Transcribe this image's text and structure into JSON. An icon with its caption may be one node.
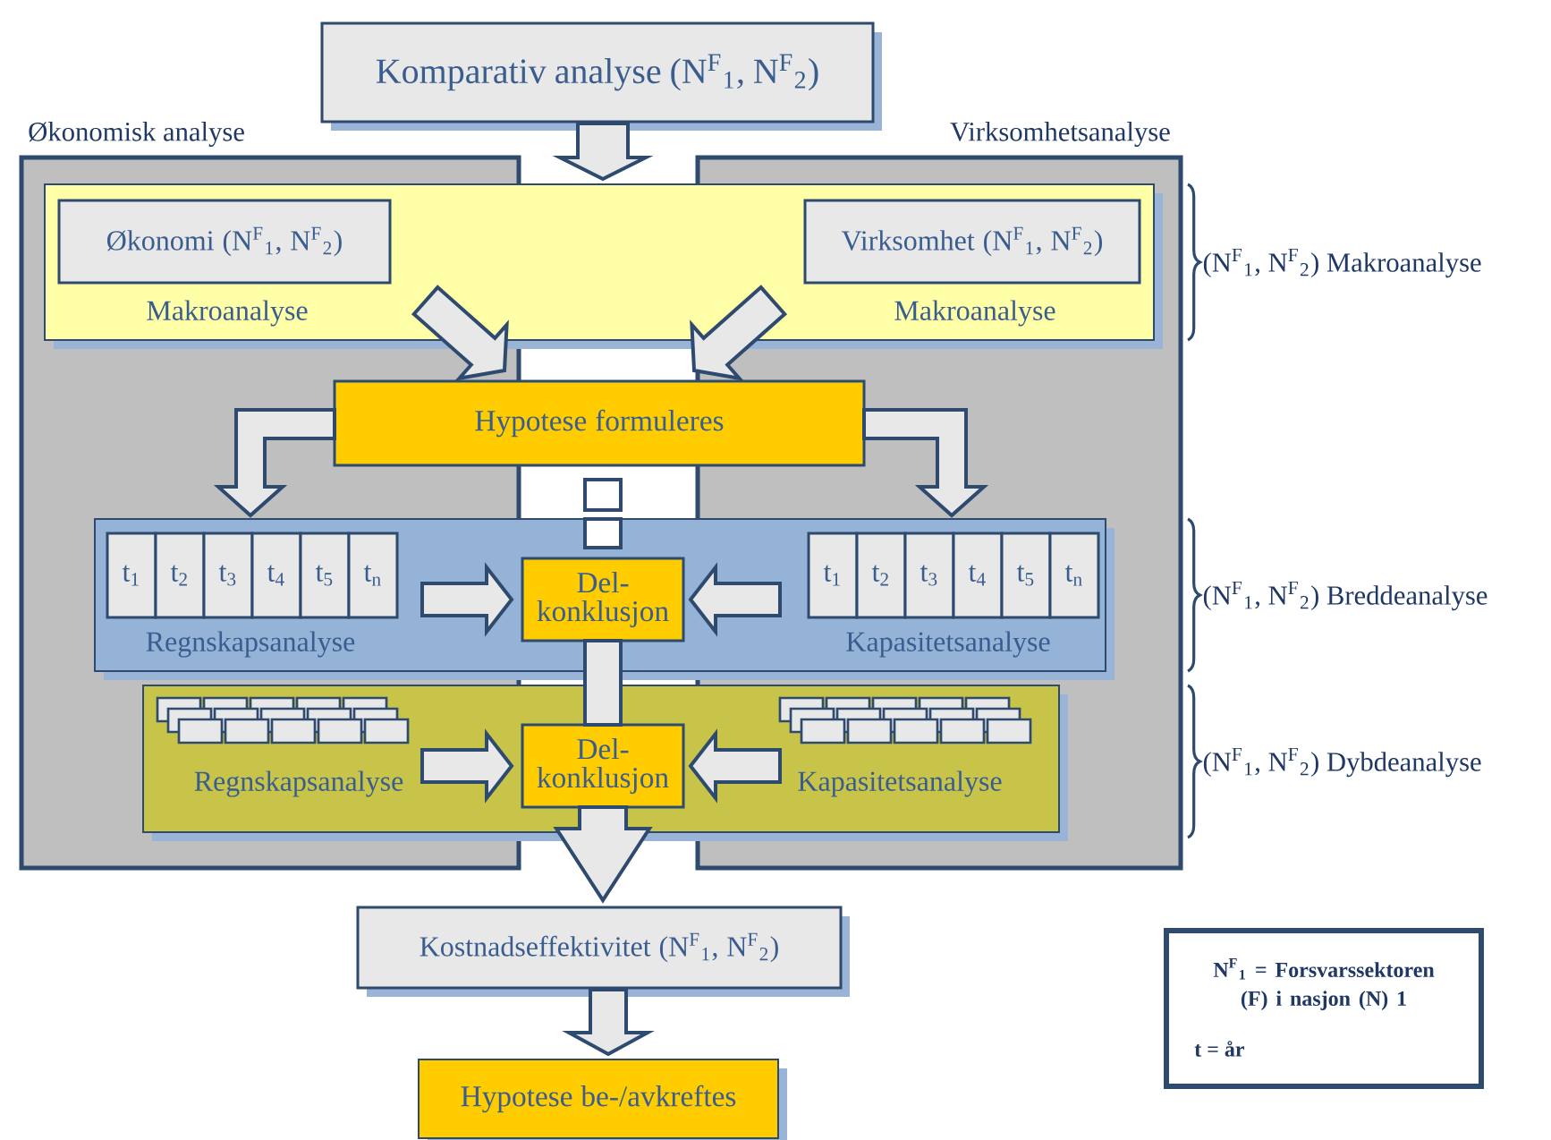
{
  "diagram": {
    "nodes": [
      {
        "text": [
          "Komparativ analyse (N$^{F}$$_{1}$, N$^{F}$$_{2}$)"
        ]
      },
      {
        "text": [
          "Økonomisk analyse"
        ]
      },
      {
        "text": [
          "Virksomhetsanalyse"
        ]
      },
      {
        "text": [
          "Makroanalyse",
          "Makroanalyse"
        ]
      },
      {
        "text": [
          "Økonomi (N$^{F}$$_{1}$, N$^{F}$$_{2}$)"
        ]
      },
      {
        "text": [
          "Virksomhet (N$^{F}$$_{1}$, N$^{F}$$_{2}$)"
        ]
      },
      {
        "text": [
          "Hypotese formuleres"
        ]
      },
      {
        "text": [
          "Regnskapsanalyse",
          "Kapasitetsanalyse"
        ]
      },
      {
        "text": [
          "t$_{1}$"
        ]
      },
      {
        "text": [
          "t$_{2}$"
        ]
      },
      {
        "text": [
          "t$_{3}$"
        ]
      },
      {
        "text": [
          "t$_{4}$"
        ]
      },
      {
        "text": [
          "t$_{5}$"
        ]
      },
      {
        "text": [
          "t$_{n}$"
        ]
      },
      {
        "text": [
          "Del- konklusjon"
        ],
        "in": 7
      },
      {
        "text": [
          "t$_{1}$"
        ]
      },
      {
        "text": [
          "t$_{2}$"
        ]
      },
      {
        "text": [
          "t$_{3}$"
        ]
      },
      {
        "text": [
          "t$_{4}$"
        ]
      },
      {
        "text": [
          "t$_{5}$"
        ]
      },
      {
        "text": [
          "t$_{n}$"
        ]
      },
      {
        "text": [
          "Regnskapsanalyse",
          "Kapasitetsanalyse"
        ]
      },
      {
        "text": [
          "Del- konklusjon"
        ],
        "in": 21
      },
      {
        "text": [
          "Kostnadseffektivitet (N$^{F}$$_{1}$, N$^{F}$$_{2}$)"
        ]
      },
      {
        "text": [
          "Hypotese be-/avkreftes"
        ]
      },
      {
        "text": [
          "N$^{F}$$_{1}$ = Forsvarssektoren (F) i nasjon (N) 1",
          "t = år"
        ]
      }
    ],
    "edges": [
      {
        "from": 0,
        "to": 3,
        "arrow": "to"
      },
      {
        "from": 4,
        "to": 6,
        "arrow": "to"
      },
      {
        "from": 5,
        "to": 6,
        "arrow": "to"
      },
      {
        "from": 6,
        "to": 7,
        "arrow": "to"
      },
      {
        "from": 6,
        "to": 7,
        "arrow": "to"
      },
      {
        "from": 6,
        "to": 14,
        "arrow": "none",
        "style": "dashed"
      },
      {
        "from": 13,
        "to": 14,
        "arrow": "to"
      },
      {
        "from": 15,
        "to": 14,
        "arrow": "to"
      },
      {
        "from": 14,
        "to": 22,
        "arrow": "none"
      },
      {
        "from": null,
        "to": 22,
        "arrow": "to"
      },
      {
        "from": null,
        "to": 22,
        "arrow": "to"
      },
      {
        "from": 22,
        "to": 23,
        "arrow": "to"
      },
      {
        "from": 23,
        "to": 24,
        "arrow": "to"
      }
    ],
    "labels": [
      "(N$^{F}$$_{1}$, N$^{F}$$_{2}$) Makroanalyse",
      "(N$^{F}$$_{1}$, N$^{F}$$_{2}$) Breddeanalyse",
      "(N$^{F}$$_{1}$, N$^{F}$$_{2}$) Dybdeanalyse"
    ]
  }
}
